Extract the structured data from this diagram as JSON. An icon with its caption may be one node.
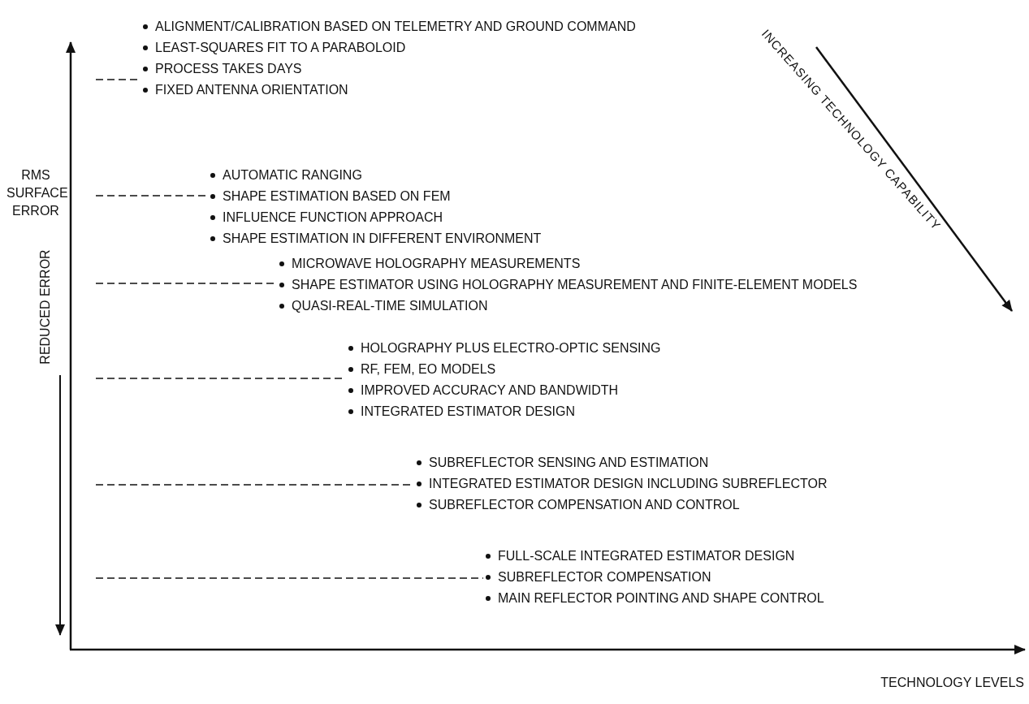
{
  "diagram": {
    "nodes": [
      {
        "text": [
          "ALIGNMENT/CALIBRATION BASED ON TELEMETRY AND GROUND COMMAND",
          "LEAST-SQUARES FIT TO A PARABOLOID",
          "PROCESS TAKES DAYS",
          "FIXED ANTENNA ORIENTATION"
        ]
      },
      {
        "text": [
          "AUTOMATIC RANGING",
          "SHAPE ESTIMATION BASED ON FEM",
          "INFLUENCE FUNCTION APPROACH",
          "SHAPE ESTIMATION IN DIFFERENT ENVIRONMENT"
        ]
      },
      {
        "text": [
          "MICROWAVE HOLOGRAPHY MEASUREMENTS",
          "SHAPE ESTIMATOR USING HOLOGRAPHY MEASUREMENT AND FINITE-ELEMENT MODELS",
          "QUASI-REAL-TIME SIMULATION"
        ]
      },
      {
        "text": [
          "HOLOGRAPHY PLUS ELECTRO-OPTIC SENSING",
          "RF, FEM, EO MODELS",
          "IMPROVED ACCURACY AND BANDWIDTH",
          "INTEGRATED ESTIMATOR DESIGN"
        ]
      },
      {
        "text": [
          "SUBREFLECTOR SENSING AND ESTIMATION",
          "INTEGRATED ESTIMATOR DESIGN INCLUDING SUBREFLECTOR",
          "SUBREFLECTOR COMPENSATION AND CONTROL"
        ]
      },
      {
        "text": [
          "FULL-SCALE INTEGRATED ESTIMATOR DESIGN",
          "SUBREFLECTOR COMPENSATION",
          "MAIN REFLECTOR POINTING AND SHAPE CONTROL"
        ]
      }
    ],
    "edges": [
      {
        "from": null,
        "to": 0,
        "arrow": "none",
        "style": "dashed"
      },
      {
        "from": null,
        "to": 1,
        "arrow": "none",
        "style": "dashed"
      },
      {
        "from": null,
        "to": 2,
        "arrow": "none",
        "style": "dashed"
      },
      {
        "from": null,
        "to": 3,
        "arrow": "none",
        "style": "dashed"
      },
      {
        "from": null,
        "to": 4,
        "arrow": "none",
        "style": "dashed"
      },
      {
        "from": null,
        "to": 5,
        "arrow": "none",
        "style": "dashed"
      }
    ],
    "labels": [
      "INCREASING TECHNOLOGY CAPABILITY",
      "RMS SURFACE ERROR",
      "REDUCED ERROR",
      "TECHNOLOGY LEVELS"
    ]
  }
}
